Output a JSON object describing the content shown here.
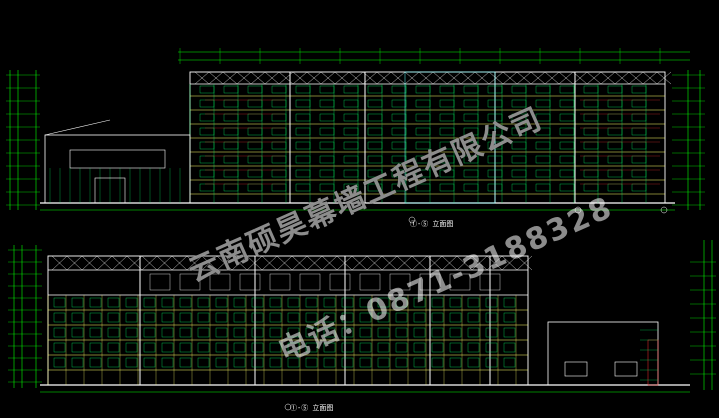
{
  "drawing": {
    "upper_caption": "①-⑤ 立面图",
    "lower_caption": "①-⑤ 立面图",
    "colors": {
      "background": "#000000",
      "frame": "#ffffff",
      "floor": "#ffff66",
      "window": "#00ff66",
      "dimension": "#00ff00",
      "accent": "#ff3333",
      "cyan": "#66ffff"
    }
  },
  "watermark": {
    "line1": "云南硕昊幕墙工程有限公司",
    "line2": "电话：0871-3188328"
  }
}
